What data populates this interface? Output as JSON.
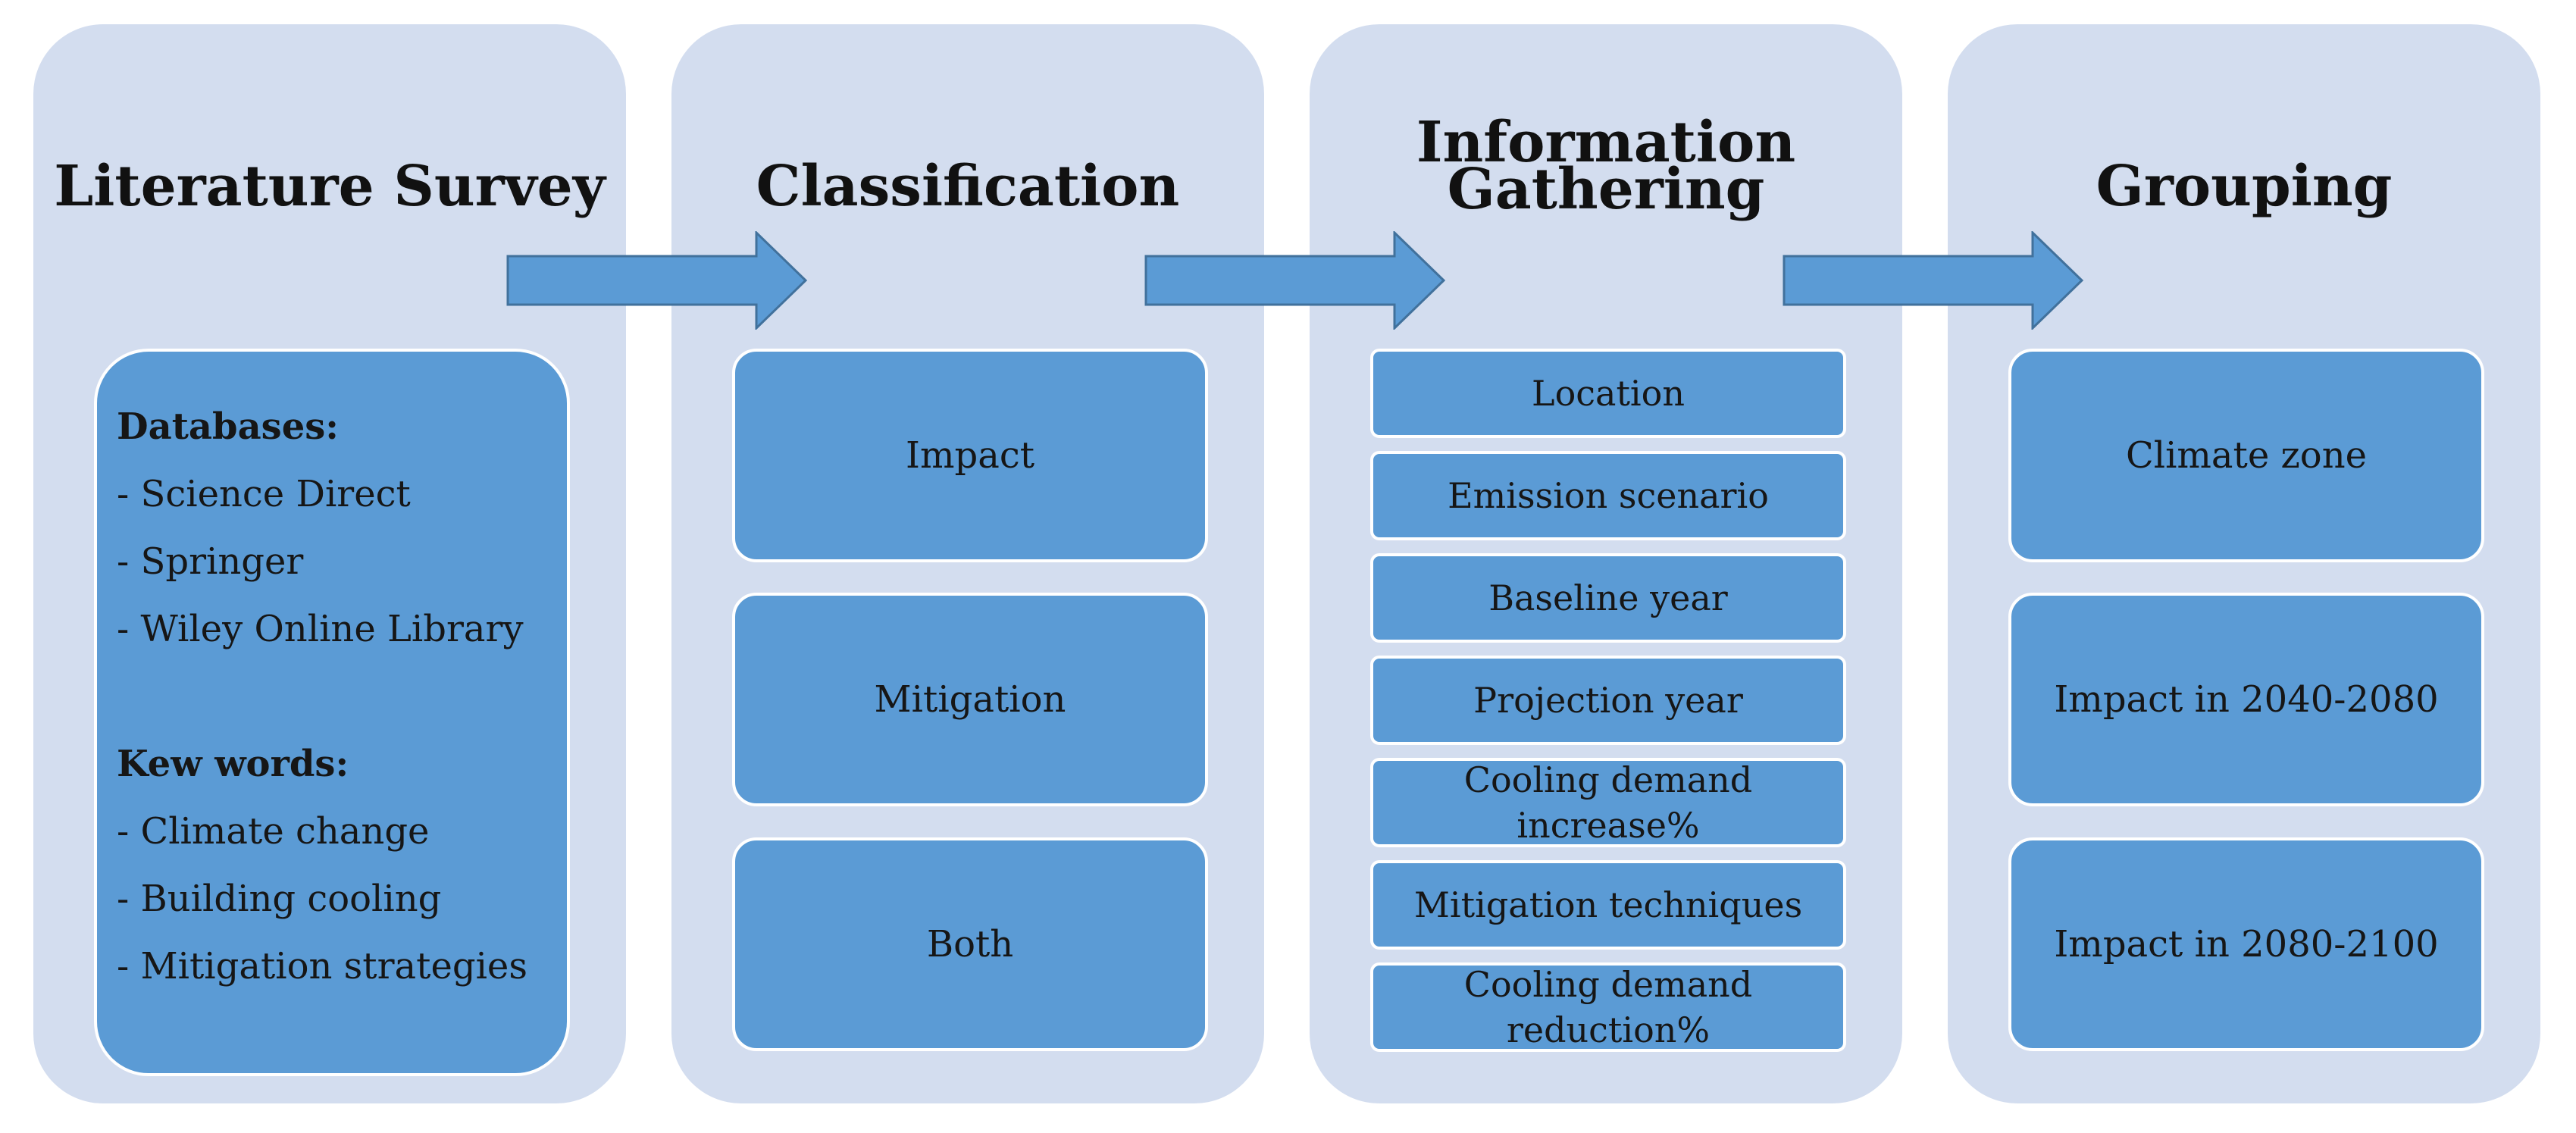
{
  "stages": [
    {
      "title": "Literature Survey",
      "databases_heading": "Databases:",
      "databases": [
        "- Science Direct",
        "- Springer",
        "- Wiley Online Library"
      ],
      "keywords_heading": "Kew words:",
      "keywords": [
        "- Climate change",
        "- Building cooling",
        "- Mitigation strategies"
      ]
    },
    {
      "title": "Classification",
      "items": [
        "Impact",
        "Mitigation",
        "Both"
      ]
    },
    {
      "title_lines": [
        "Information",
        "Gathering"
      ],
      "items": [
        "Location",
        "Emission scenario",
        "Baseline year",
        "Projection year",
        "Cooling demand increase%",
        "Mitigation techniques",
        "Cooling demand reduction%"
      ],
      "items_split": {
        "cooling_increase": [
          "Cooling demand",
          "increase%"
        ],
        "cooling_reduction": [
          "Cooling demand",
          "reduction%"
        ]
      }
    },
    {
      "title": "Grouping",
      "items": [
        "Climate zone",
        "Impact in 2040-2080",
        "Impact in 2080-2100"
      ]
    }
  ],
  "colors": {
    "panel_bg": "#d3ddef",
    "box_fill": "#5b9bd5",
    "arrow_fill": "#5b9bd5",
    "arrow_stroke": "#41719c"
  }
}
